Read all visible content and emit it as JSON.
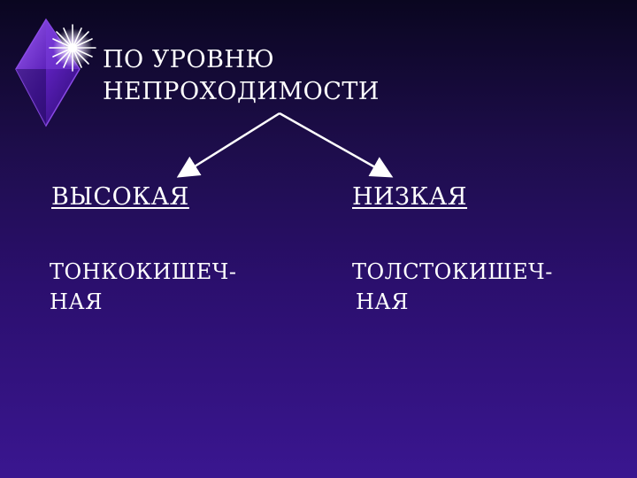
{
  "title": {
    "line1": "ПО УРОВНЮ",
    "line2": "НЕПРОХОДИМОСТИ"
  },
  "branches": [
    {
      "heading": "ВЫСОКАЯ",
      "detail_line1": "ТОНКОКИШЕЧ-",
      "detail_line2": "НАЯ"
    },
    {
      "heading": "НИЗКАЯ",
      "detail_line1": "ТОЛСТОКИШЕЧ-",
      "detail_line2": "НАЯ"
    }
  ],
  "colors": {
    "background_top": "#0a0620",
    "background_bottom": "#3a1690",
    "text": "#ffffff",
    "logo_gem": "#6a2cc8"
  },
  "icons": {
    "logo": "diamond-star-icon"
  }
}
